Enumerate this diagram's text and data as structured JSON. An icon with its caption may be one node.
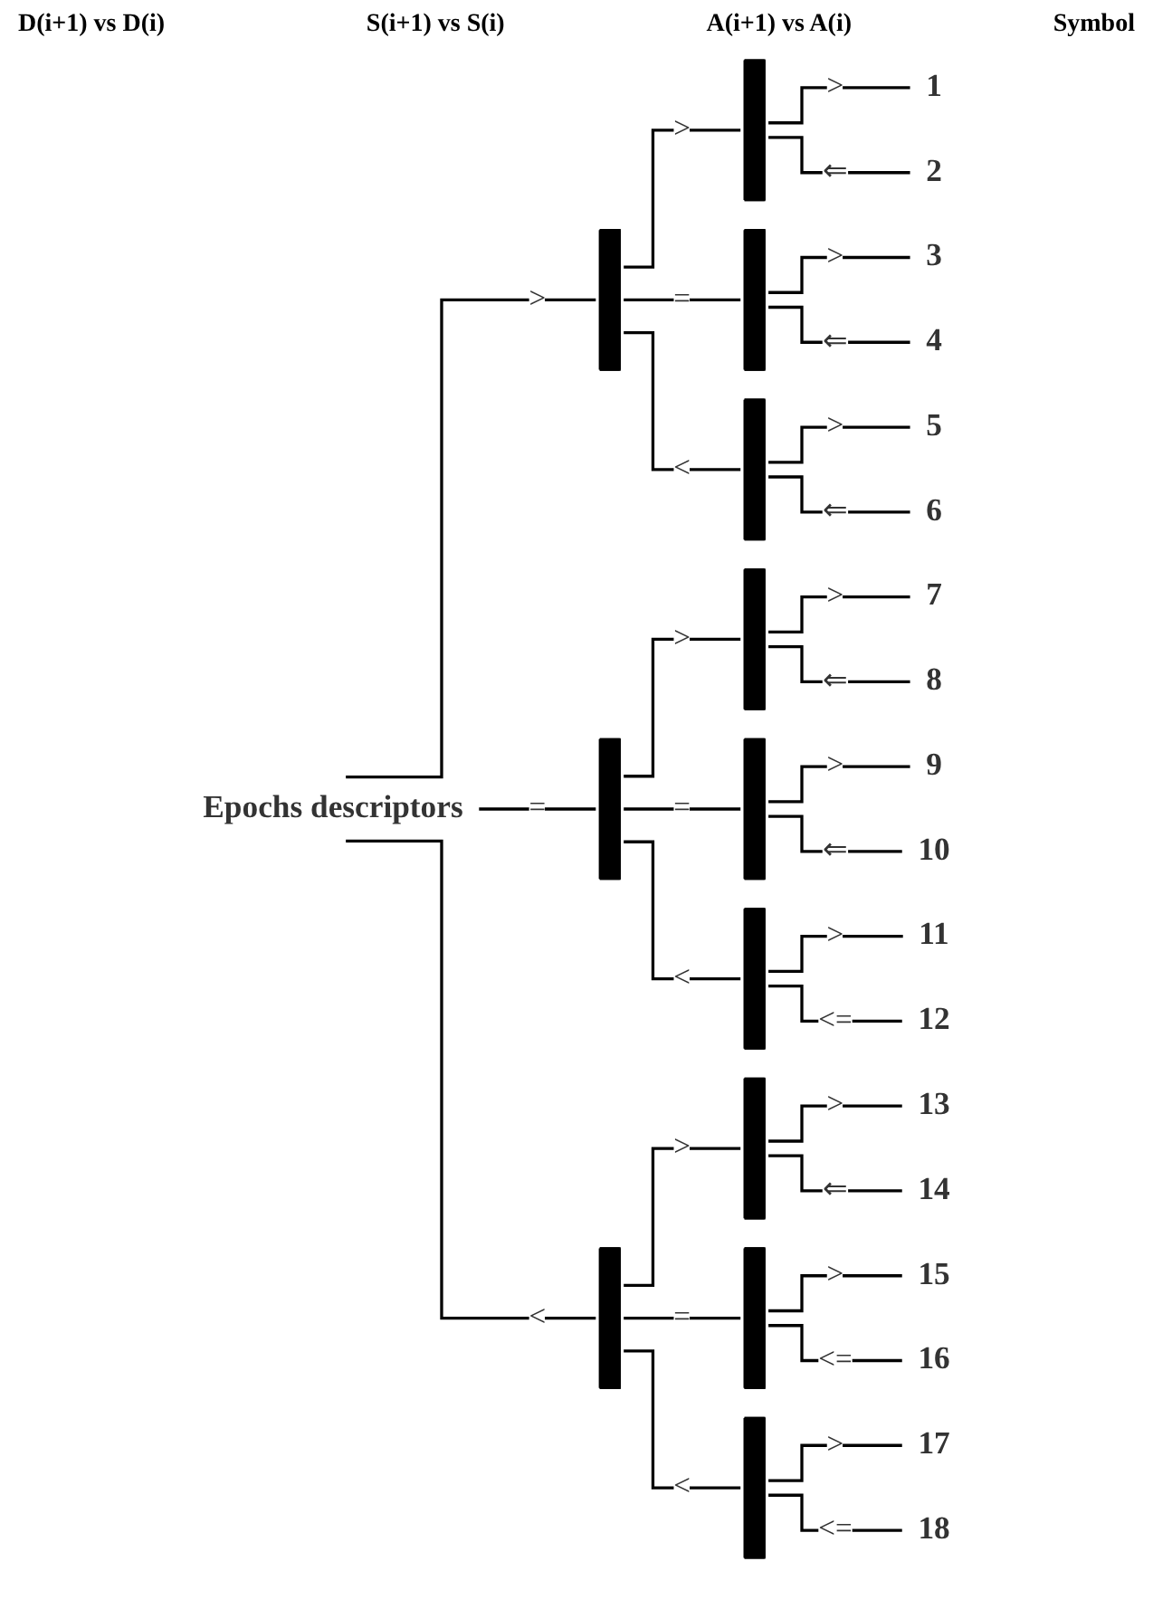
{
  "diagram": {
    "nodes": [
      {
        "text": [
          "Epochs descriptors"
        ]
      },
      {
        "text": [],
        "shape": "bar"
      },
      {
        "text": [],
        "shape": "bar"
      },
      {
        "text": [
          "1"
        ]
      },
      {
        "text": [
          "2"
        ]
      },
      {
        "text": [],
        "shape": "bar"
      },
      {
        "text": [
          "3"
        ]
      },
      {
        "text": [
          "4"
        ]
      },
      {
        "text": [],
        "shape": "bar"
      },
      {
        "text": [
          "5"
        ]
      },
      {
        "text": [
          "6"
        ]
      },
      {
        "text": [],
        "shape": "bar"
      },
      {
        "text": [],
        "shape": "bar"
      },
      {
        "text": [
          "7"
        ]
      },
      {
        "text": [
          "8"
        ]
      },
      {
        "text": [],
        "shape": "bar"
      },
      {
        "text": [
          "9"
        ]
      },
      {
        "text": [
          "10"
        ]
      },
      {
        "text": [],
        "shape": "bar"
      },
      {
        "text": [
          "11"
        ]
      },
      {
        "text": [
          "12"
        ]
      },
      {
        "text": [],
        "shape": "bar"
      },
      {
        "text": [],
        "shape": "bar"
      },
      {
        "text": [
          "13"
        ]
      },
      {
        "text": [
          "14"
        ]
      },
      {
        "text": [],
        "shape": "bar"
      },
      {
        "text": [
          "15"
        ]
      },
      {
        "text": [
          "16"
        ]
      },
      {
        "text": [],
        "shape": "bar"
      },
      {
        "text": [
          "17"
        ]
      },
      {
        "text": [
          "18"
        ]
      }
    ],
    "edges": [
      {
        "from": 0,
        "to": 1,
        "arrow": "none",
        "label": ">"
      },
      {
        "from": 1,
        "to": 2,
        "arrow": "none",
        "label": ">"
      },
      {
        "from": 2,
        "to": 3,
        "arrow": "none",
        "label": ">"
      },
      {
        "from": 2,
        "to": 4,
        "arrow": "none",
        "label": "⇐"
      },
      {
        "from": 1,
        "to": 5,
        "arrow": "none",
        "label": "="
      },
      {
        "from": 5,
        "to": 6,
        "arrow": "none",
        "label": ">"
      },
      {
        "from": 5,
        "to": 7,
        "arrow": "none",
        "label": "⇐"
      },
      {
        "from": 1,
        "to": 8,
        "arrow": "none",
        "label": "<"
      },
      {
        "from": 8,
        "to": 9,
        "arrow": "none",
        "label": ">"
      },
      {
        "from": 8,
        "to": 10,
        "arrow": "none",
        "label": "⇐"
      },
      {
        "from": 0,
        "to": 11,
        "arrow": "none",
        "label": "="
      },
      {
        "from": 11,
        "to": 12,
        "arrow": "none",
        "label": ">"
      },
      {
        "from": 12,
        "to": 13,
        "arrow": "none",
        "label": ">"
      },
      {
        "from": 12,
        "to": 14,
        "arrow": "none",
        "label": "⇐"
      },
      {
        "from": 11,
        "to": 15,
        "arrow": "none",
        "label": "="
      },
      {
        "from": 15,
        "to": 16,
        "arrow": "none",
        "label": ">"
      },
      {
        "from": 15,
        "to": 17,
        "arrow": "none",
        "label": "⇐"
      },
      {
        "from": 11,
        "to": 18,
        "arrow": "none",
        "label": "<"
      },
      {
        "from": 18,
        "to": 19,
        "arrow": "none",
        "label": ">"
      },
      {
        "from": 18,
        "to": 20,
        "arrow": "none",
        "label": "<="
      },
      {
        "from": 0,
        "to": 21,
        "arrow": "none",
        "label": "<"
      },
      {
        "from": 21,
        "to": 22,
        "arrow": "none",
        "label": ">"
      },
      {
        "from": 22,
        "to": 23,
        "arrow": "none",
        "label": ">"
      },
      {
        "from": 22,
        "to": 24,
        "arrow": "none",
        "label": "⇐"
      },
      {
        "from": 21,
        "to": 25,
        "arrow": "none",
        "label": "="
      },
      {
        "from": 25,
        "to": 26,
        "arrow": "none",
        "label": ">"
      },
      {
        "from": 25,
        "to": 27,
        "arrow": "none",
        "label": "<="
      },
      {
        "from": 21,
        "to": 28,
        "arrow": "none",
        "label": "<"
      },
      {
        "from": 28,
        "to": 29,
        "arrow": "none",
        "label": ">"
      },
      {
        "from": 28,
        "to": 30,
        "arrow": "none",
        "label": "<="
      }
    ],
    "labels": [
      "A(i+1) vs A(i)",
      "Symbol",
      "S(i+1) vs S(i)",
      "D(i+1) vs D(i)"
    ]
  }
}
